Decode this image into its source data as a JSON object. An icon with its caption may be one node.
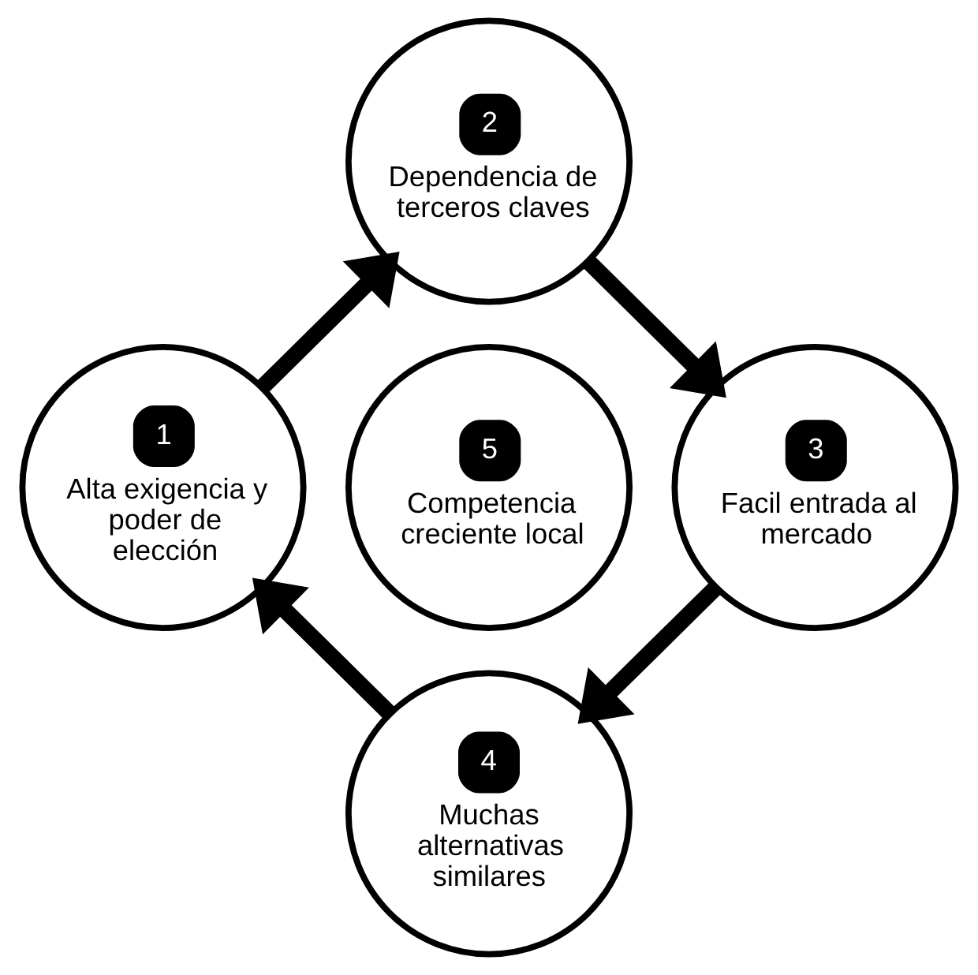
{
  "diagram": {
    "nodes": [
      {
        "text": [
          "1",
          "Alta exigencia y poder de elección"
        ]
      },
      {
        "text": [
          "2",
          "Dependencia de terceros claves"
        ]
      },
      {
        "text": [
          "3",
          "Facil entrada al mercado"
        ]
      },
      {
        "text": [
          "4",
          "Muchas alternativas similares"
        ]
      },
      {
        "text": [
          "5",
          "Competencia creciente local"
        ]
      }
    ],
    "edges": [
      {
        "from": 0,
        "to": 1,
        "arrow": "to"
      },
      {
        "from": 1,
        "to": 2,
        "arrow": "to"
      },
      {
        "from": 2,
        "to": 3,
        "arrow": "to"
      },
      {
        "from": 3,
        "to": 0,
        "arrow": "to"
      }
    ]
  }
}
